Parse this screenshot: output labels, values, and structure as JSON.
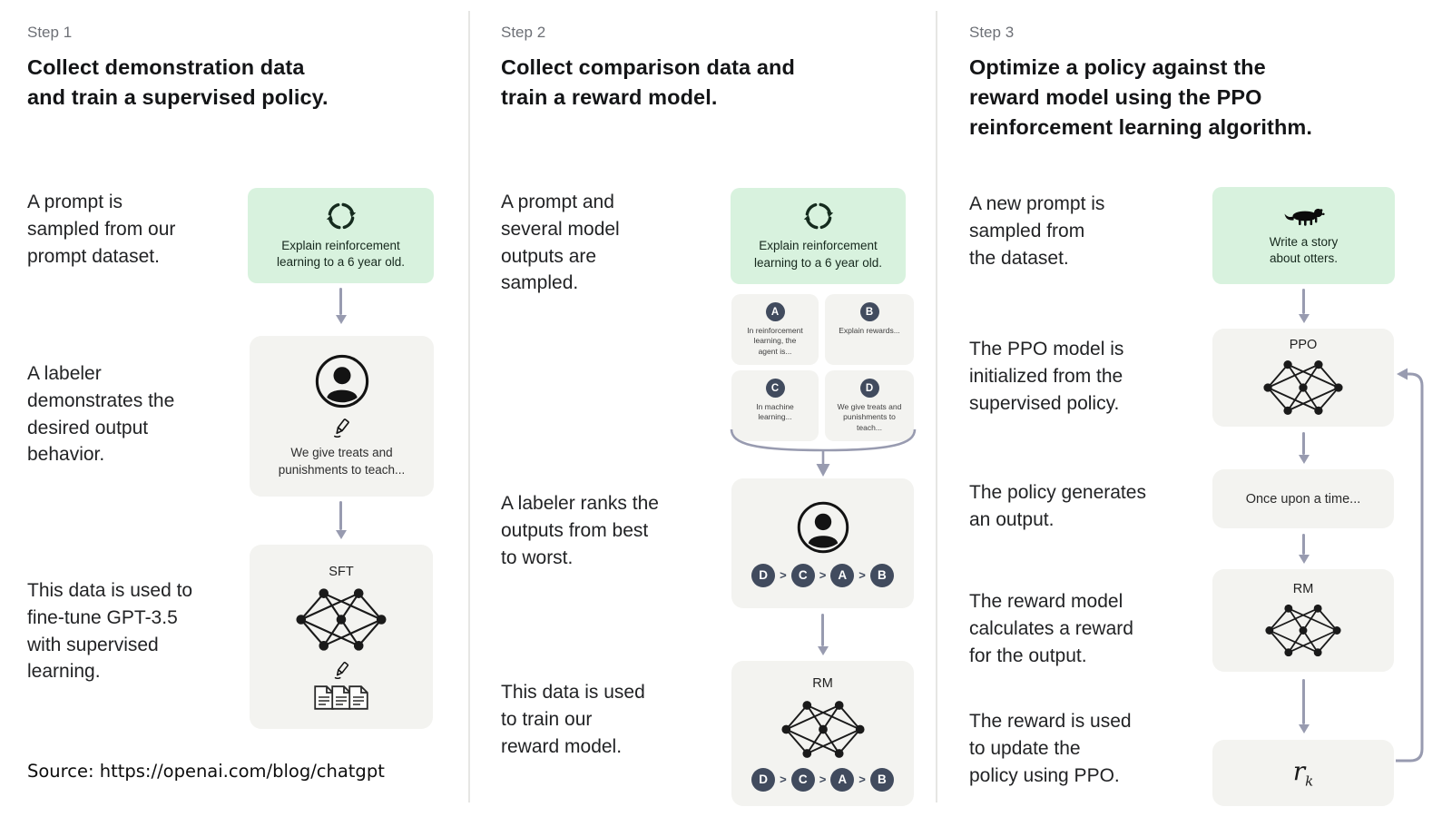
{
  "colors": {
    "prompt_green": "#d8f2de",
    "card_gray": "#f3f3f0",
    "badge_navy": "#414b5e",
    "arrow_gray": "#989bb0",
    "divider_gray": "#e6e6e4"
  },
  "icons": {
    "prompt_sampling": "cycle-arrows-icon",
    "labeler": "person-icon",
    "demonstration": "pencil-icon",
    "dataset": "documents-icon",
    "model": "neural-network-icon",
    "otter_prompt": "otter-icon",
    "merge": "merge-brace-arrow",
    "feedback": "feedback-loop-arrow"
  },
  "step1": {
    "label": "Step 1",
    "title": "Collect demonstration data\nand train a supervised policy.",
    "caption_prompt": "A prompt is\nsampled from our\nprompt dataset.",
    "prompt_box": "Explain reinforcement\nlearning to a 6 year old.",
    "caption_labeler": "A labeler\ndemonstrates the\ndesired output\nbehavior.",
    "labeler_box": "We give treats and\npunishments to teach...",
    "caption_sft": "This data is used to\nfine-tune GPT-3.5\nwith supervised\nlearning.",
    "sft_label": "SFT"
  },
  "step2": {
    "label": "Step 2",
    "title": "Collect comparison data and\ntrain a reward model.",
    "caption_prompt": "A prompt and\nseveral model\noutputs are\nsampled.",
    "prompt_box": "Explain reinforcement\nlearning to a 6 year old.",
    "outputs": [
      {
        "badge": "A",
        "text": "In reinforcement\nlearning, the\nagent is..."
      },
      {
        "badge": "B",
        "text": "Explain rewards..."
      },
      {
        "badge": "C",
        "text": "In machine\nlearning..."
      },
      {
        "badge": "D",
        "text": "We give treats and\npunishments to\nteach..."
      }
    ],
    "caption_rank": "A labeler ranks the\noutputs from best\nto worst.",
    "ranking": [
      "D",
      "C",
      "A",
      "B"
    ],
    "rank_sep": ">",
    "caption_rm": "This data is used\nto train our\nreward model.",
    "rm_label": "RM"
  },
  "step3": {
    "label": "Step 3",
    "title": "Optimize a policy against the\nreward model using the PPO\nreinforcement learning algorithm.",
    "caption_prompt": "A new prompt is\nsampled from\nthe dataset.",
    "prompt_box": "Write a story\nabout otters.",
    "caption_ppo": "The PPO model is\ninitialized from the\nsupervised policy.",
    "ppo_label": "PPO",
    "caption_output": "The policy generates\nan output.",
    "output_box": "Once upon a time...",
    "caption_rm": "The reward model\ncalculates a reward\nfor the output.",
    "rm_label": "RM",
    "caption_reward": "The reward is used\nto update the\npolicy using PPO.",
    "reward_var": "r",
    "reward_sub": "k"
  },
  "source_line": "Source: https://openai.com/blog/chatgpt"
}
